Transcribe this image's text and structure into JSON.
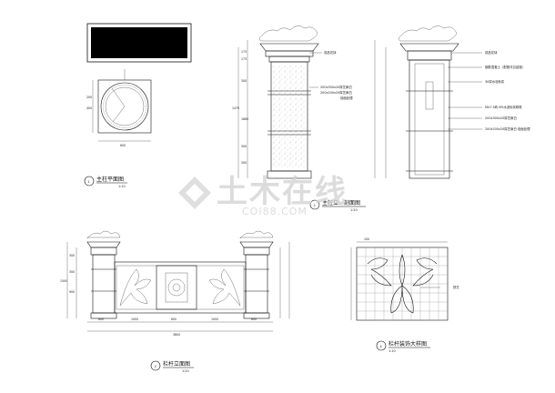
{
  "watermark": {
    "main": "土木在线",
    "sub": "COI88.COM"
  },
  "views": {
    "plan": {
      "title": "主柱平面图",
      "number": "1",
      "scale": "1:10",
      "dims": [
        "200",
        "400",
        "600"
      ]
    },
    "elevation": {
      "title": "主柱立、剖面图",
      "number": "2",
      "scale": "1:20",
      "dims_left": [
        "173",
        "173",
        "300",
        "1470",
        "1880",
        "300",
        "300",
        "300",
        "300"
      ],
      "notes": [
        "成品花钵",
        "200x300x20厚芝麻白",
        "200x200x20厚芝麻白",
        "烧面处理"
      ],
      "notes_section": [
        "成品花钵",
        "钢筋混凝土（配筋详见结施）",
        "30厚水泥砂浆",
        "MU7.5砖 M5水泥砂浆砌筑",
        "200x300x20厚芝麻白",
        "200x200x20厚芝麻白 烧面处理"
      ]
    },
    "railing": {
      "title": "栏杆立面图",
      "number": "3",
      "scale": "1:20",
      "dims_bottom": [
        "600",
        "1000",
        "600",
        "1000",
        "600"
      ],
      "total": "3800",
      "dims_side": [
        "300",
        "300",
        "900",
        "1500"
      ]
    },
    "pattern": {
      "title": "栏杆装饰大样图",
      "number": "4",
      "scale": "1:10",
      "grid_label": "100",
      "note": "铁艺"
    }
  }
}
